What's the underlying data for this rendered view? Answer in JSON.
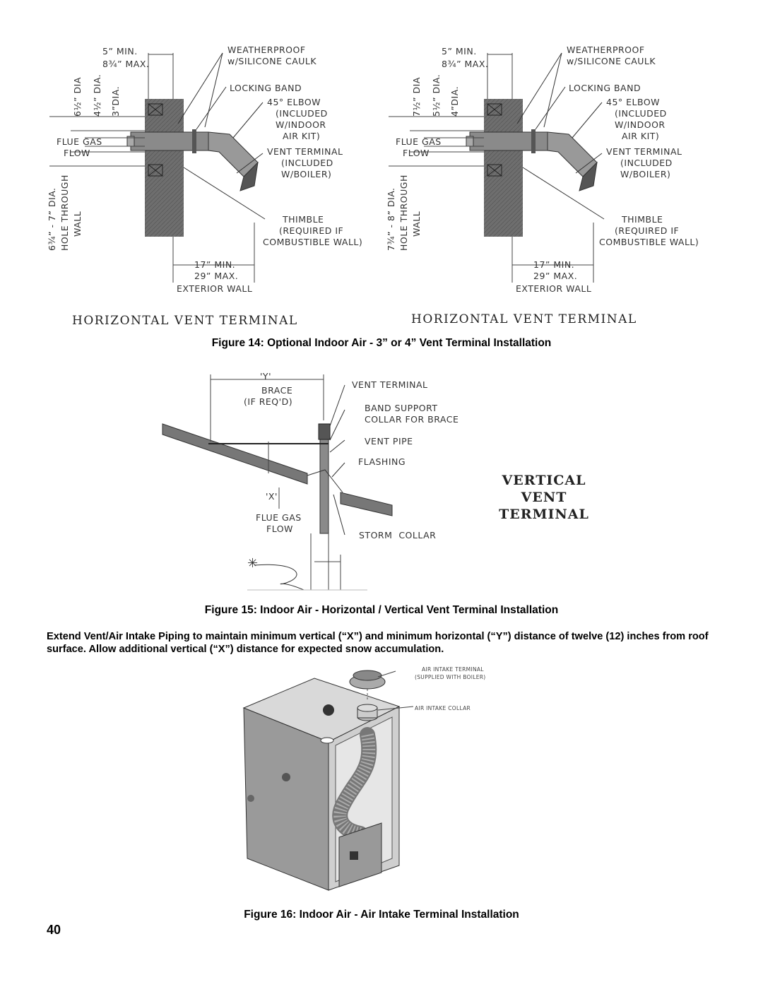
{
  "figure14": {
    "left": {
      "labels": {
        "min_top": "5” MIN.",
        "max_top": "8¾” MAX.",
        "weatherproof": "WEATHERPROOF",
        "silicone": "w/SILICONE CAULK",
        "locking_band": "LOCKING BAND",
        "elbow": "45° ELBOW",
        "included1": "(INCLUDED",
        "indoor": "W/INDOOR",
        "airkit": "AIR KIT)",
        "vent_terminal": "VENT TERMINAL",
        "included2": "(INCLUDED",
        "wboiler": "W/BOILER)",
        "thimble": "THIMBLE",
        "required": "(REQUIRED IF",
        "combustible": "COMBUSTIBLE WALL)",
        "flue": "FLUE GAS",
        "flow": "FLOW",
        "min_bottom": "17” MIN.",
        "max_bottom": "29” MAX.",
        "exterior": "EXTERIOR WALL",
        "dia1": "6½” DIA",
        "dia2": "4½” DIA.",
        "dia3": "3”DIA.",
        "hole": "6¾” - 7” DIA.",
        "hole2": "HOLE THROUGH",
        "hole3": "WALL"
      },
      "title": "HORIZONTAL VENT TERMINAL"
    },
    "right": {
      "labels": {
        "min_top": "5” MIN.",
        "max_top": "8¾” MAX.",
        "weatherproof": "WEATHERPROOF",
        "silicone": "w/SILICONE CAULK",
        "locking_band": "LOCKING BAND",
        "elbow": "45° ELBOW",
        "included1": "(INCLUDED",
        "indoor": "W/INDOOR",
        "airkit": "AIR KIT)",
        "vent_terminal": "VENT TERMINAL",
        "included2": "(INCLUDED",
        "wboiler": "W/BOILER)",
        "thimble": "THIMBLE",
        "required": "(REQUIRED IF",
        "combustible": "COMBUSTIBLE WALL)",
        "flue": "FLUE GAS",
        "flow": "FLOW",
        "min_bottom": "17” MIN.",
        "max_bottom": "29” MAX.",
        "exterior": "EXTERIOR WALL",
        "dia1": "7½” DIA",
        "dia2": "5½” DIA.",
        "dia3": "4”DIA.",
        "hole": "7¾” - 8” DIA.",
        "hole2": "HOLE THROUGH",
        "hole3": "WALL"
      },
      "title": "HORIZONTAL VENT TERMINAL"
    },
    "caption": "Figure 14:  Optional Indoor Air - 3” or 4” Vent Terminal Installation"
  },
  "figure15": {
    "labels": {
      "y": "'Y'",
      "brace": "BRACE",
      "ifreq": "(IF REQ'D)",
      "vent_terminal": "VENT TERMINAL",
      "band_support": "BAND SUPPORT",
      "collar": "COLLAR FOR BRACE",
      "vent_pipe": "VENT PIPE",
      "flashing": "FLASHING",
      "x": "'X'",
      "flue": "FLUE GAS",
      "flow": "FLOW",
      "storm": "STORM  COLLAR",
      "asterisk": "✳"
    },
    "title_lines": [
      "VERTICAL",
      "VENT",
      "TERMINAL"
    ],
    "caption": "Figure 15:  Indoor Air - Horizontal / Vertical Vent Terminal Installation"
  },
  "paragraph": "Extend Vent/Air Intake Piping to maintain minimum vertical (“X”) and minimum horizontal (“Y”) distance of twelve (12) inches from roof surface.  Allow additional vertical (“X”) distance for expected snow accumulation.",
  "figure16": {
    "labels": {
      "terminal": "AIR INTAKE TERMINAL",
      "supplied": "(SUPPLIED WITH BOILER)",
      "collar": "AIR INTAKE COLLAR"
    },
    "caption": "Figure 16:  Indoor Air - Air Intake Terminal Installation"
  },
  "page_number": "40"
}
